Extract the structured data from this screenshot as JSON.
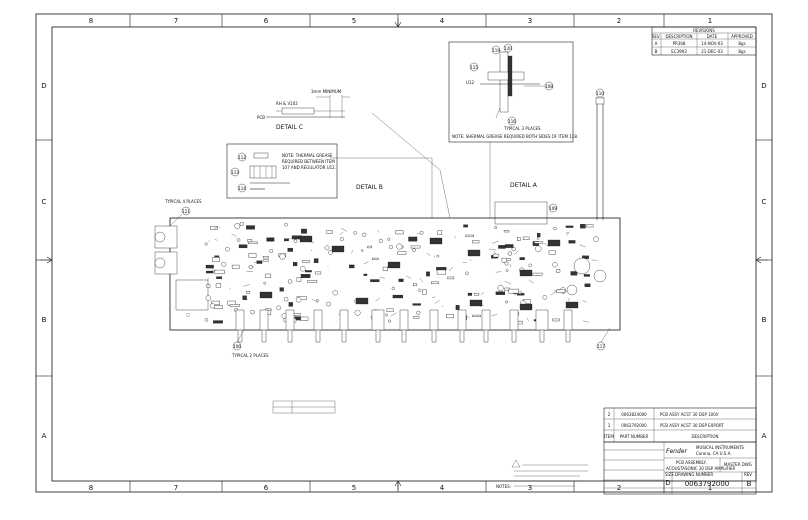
{
  "sheet": {
    "zone_columns": [
      "8",
      "7",
      "6",
      "5",
      "4",
      "3",
      "2",
      "1"
    ],
    "zone_rows": [
      "D",
      "C",
      "B",
      "A"
    ]
  },
  "revisions": {
    "title": "REVISIONS",
    "headers": [
      "REV.",
      "DESCRIPTION",
      "DATE",
      "APPROVED"
    ],
    "rows": [
      [
        "A",
        "PR368",
        "14-NOV-03",
        "Bgs"
      ],
      [
        "B",
        "EC3993",
        "21-DEC-03",
        "Bgs"
      ]
    ]
  },
  "labels": {
    "detail_c": "DETAIL C",
    "detail_b": "DETAIL B",
    "detail_a": "DETAIL A",
    "typical_4": "TYPICAL 4 PLACES",
    "typical_2": "TYPICAL 2 PLACES",
    "typical_3": "TYPICAL 3 PLACES",
    "detail_a_note": "NOTE: SHERMAL GREASE REQUIRED BOTH SIDES OF ITEM 118.",
    "detail_b_note_1": "NOTE: THERMAL GREASE",
    "detail_b_note_2": "REQUIRED BETWEEN ITEM",
    "detail_b_note_3": "107 AND REGULATOR U12.",
    "dim_label": "3mm MINIMUM",
    "pcb": "PCB",
    "u12": "U12",
    "rh": "RH",
    "v102": "RH & V102",
    "notes": "NOTES:"
  },
  "callouts": {
    "c121": "121",
    "c106": "106",
    "c117": "117",
    "c118": "118",
    "c109": "109",
    "c119": "119",
    "c120": "120",
    "c115": "115",
    "c114": "114",
    "c113": "113",
    "c112": "112",
    "c116": "116",
    "c108": "108",
    "c110": "110"
  },
  "parts_list": {
    "rows": [
      {
        "item": "2",
        "part": "0063824000",
        "desc": "PCB ASSY ACST 30 DSP 100V"
      },
      {
        "item": "1",
        "part": "0063792000",
        "desc": "PCB ASSY ACST 30 DSP EXPORT"
      }
    ],
    "headers": {
      "item": "ITEM",
      "part": "PART NUMBER",
      "desc": "DESCRIPTION"
    }
  },
  "title_block": {
    "company_1": "MUSICAL INSTRUMENTS",
    "company_2": "Corona, CA U.S.A.",
    "logo": "Fender",
    "title_1": "PCB ASSEMBLY,",
    "title_2": "ACOUSTASONIC 30 DSP AMPLIFIER",
    "master": "MASTER DWG",
    "size": "D",
    "drawing_no": "0063792000",
    "rev": "B",
    "drawing_no_label": "DRAWING NUMBER",
    "size_label": "SIZE",
    "rev_label": "REV"
  }
}
